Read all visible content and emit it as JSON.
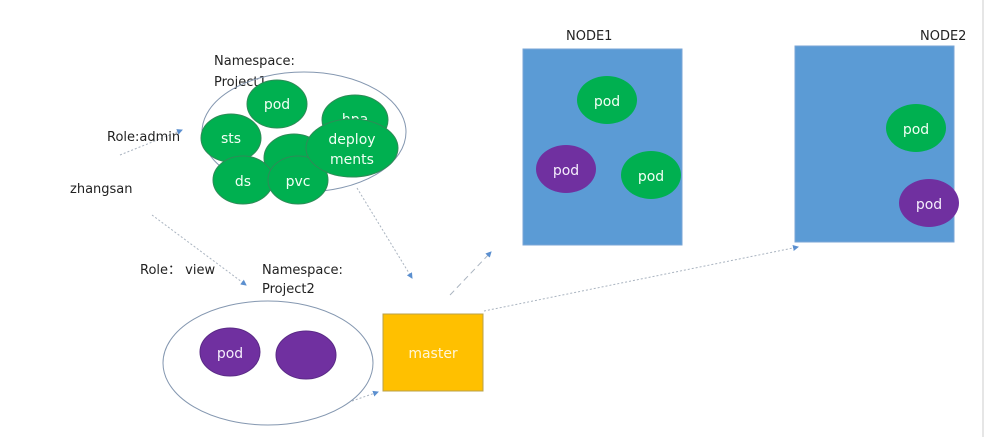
{
  "colors": {
    "node": "#5b9bd5",
    "green_pod": "#00b050",
    "purple_pod": "#7030a0",
    "master": "#ffc000",
    "arrow": "#5b8fcf",
    "namespace_outline": "#8497b0"
  },
  "user": {
    "name": "zhangsan"
  },
  "roles": {
    "admin": "Role:admin",
    "view": "Role：  view"
  },
  "namespace1": {
    "label_line1": "Namespace:",
    "label_line2": "Project1",
    "resources": {
      "pod": "pod",
      "hpa": "hpa",
      "sts": "sts",
      "deploy_line1": "deploy",
      "deploy_line2": "ments",
      "ds": "ds",
      "pvc": "pvc"
    }
  },
  "namespace2": {
    "label_line1": "Namespace:",
    "label_line2": "Project2",
    "pods": [
      "pod",
      ""
    ]
  },
  "master": {
    "label": "master"
  },
  "node1": {
    "label": "NODE1",
    "pods": [
      "pod",
      "pod",
      "pod"
    ]
  },
  "node2": {
    "label": "NODE2",
    "pods": [
      "pod",
      "pod"
    ]
  }
}
